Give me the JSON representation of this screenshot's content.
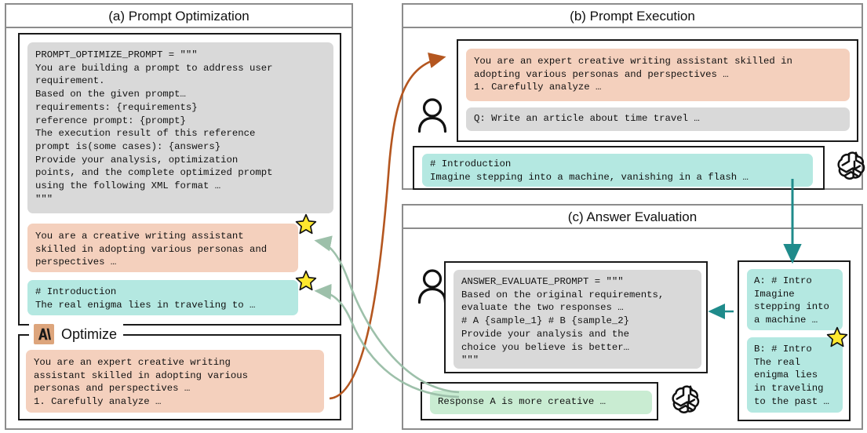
{
  "figure": {
    "panels": [
      {
        "id": "a",
        "title": "(a) Prompt Optimization"
      },
      {
        "id": "b",
        "title": "(b) Prompt Execution"
      },
      {
        "id": "c",
        "title": "(c) Answer Evaluation"
      }
    ]
  },
  "panel_a": {
    "title": "(a) Prompt Optimization",
    "optimize_prompt_block": "PROMPT_OPTIMIZE_PROMPT = \"\"\"\nYou are building a prompt to address user\nrequirement.\nBased on the given prompt…\nrequirements: {requirements}\nreference prompt: {prompt}\nThe execution result of this reference\nprompt is(some cases): {answers}\nProvide your analysis, optimization\npoints, and the complete optimized prompt\nusing the following XML format …\n\"\"\"",
    "reference_prompt_block": "You are a creative writing assistant\nskilled in adopting various personas and\nperspectives …",
    "reference_answer_block": "# Introduction\nThe real enigma lies in traveling to …",
    "optimize_legend": {
      "label": "Optimize",
      "logo_icon": "anthropic-logo-icon",
      "logo_bg": "#dda57c"
    },
    "optimized_prompt_block": "You are an expert creative writing\nassistant skilled in adopting various\npersonas and perspectives …\n1. Carefully analyze …"
  },
  "panel_b": {
    "title": "(b) Prompt Execution",
    "user_icon": "user-icon",
    "model_icon": "openai-logo-icon",
    "system_prompt_block": "You are an expert creative writing assistant skilled in\nadopting various personas and perspectives …\n1. Carefully analyze …",
    "question_block": "Q: Write an article about time travel …",
    "model_answer_block": "# Introduction\nImagine stepping into a machine, vanishing in a flash …"
  },
  "panel_c": {
    "title": "(c) Answer Evaluation",
    "user_icon": "user-icon",
    "model_icon": "openai-logo-icon",
    "evaluate_prompt_block": "ANSWER_EVALUATE_PROMPT = \"\"\"\nBased on the original requirements,\nevaluate the two responses …\n# A {sample_1} # B {sample_2}\nProvide your analysis and the\nchoice you believe is better…\n\"\"\"",
    "verdict_block": "Response A is more creative …",
    "candidate_a_block": "A: # Intro\nImagine\nstepping into\na machine …",
    "candidate_b_block": "B: # Intro\nThe real\nenigma lies\nin traveling\nto the past …"
  },
  "colors": {
    "salmon": "#f4d0bd",
    "cyan": "#b4e8e1",
    "gray": "#d9d9d9",
    "green": "#c9ecd2",
    "teal_arrow": "#1f8b8b",
    "brown_arrow": "#b4561f",
    "sage_arrow": "#9dc0aa",
    "star": "#ffe82e",
    "panel_border": "#8c8c8c",
    "box_border": "#1a1a1a"
  },
  "markers": {
    "star_icon": "star-icon",
    "star_count": 3
  }
}
